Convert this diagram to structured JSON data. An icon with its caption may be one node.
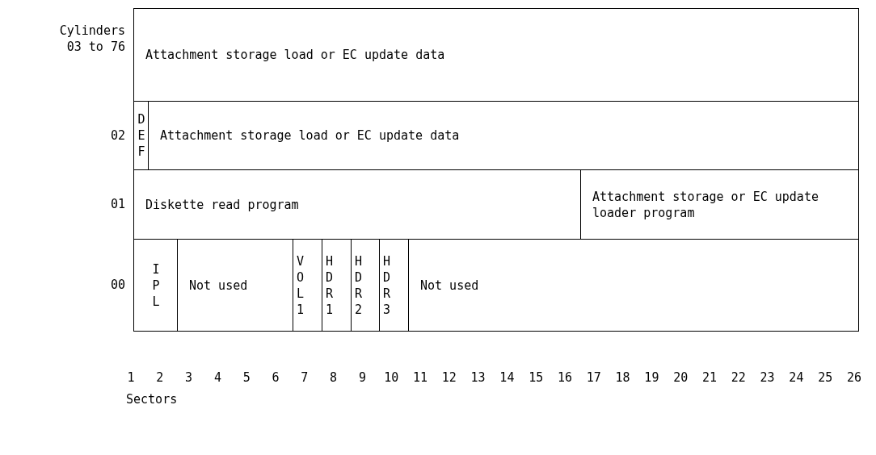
{
  "diagram": {
    "nodes": [
      {
        "text": [
          "Attachment storage load or EC update data"
        ]
      },
      {
        "text": [
          "D E F"
        ]
      },
      {
        "text": [
          "Attachment storage load or EC update data"
        ]
      },
      {
        "text": [
          "Diskette read program"
        ]
      },
      {
        "text": [
          "Attachment storage or EC update loader program"
        ]
      },
      {
        "text": [
          "I P L"
        ]
      },
      {
        "text": [
          "Not used"
        ]
      },
      {
        "text": [
          "V O L 1"
        ]
      },
      {
        "text": [
          "H D R 1"
        ]
      },
      {
        "text": [
          "H D R 2"
        ]
      },
      {
        "text": [
          "H D R 3"
        ]
      },
      {
        "text": [
          "Not used"
        ]
      }
    ],
    "labels": [
      "Cylinders 03 to 76",
      "02",
      "01",
      "00",
      "1",
      "2",
      "3",
      "4",
      "5",
      "6",
      "7",
      "8",
      "9",
      "10",
      "11",
      "12",
      "13",
      "14",
      "15",
      "16",
      "17",
      "18",
      "19",
      "20",
      "21",
      "22",
      "23",
      "24",
      "25",
      "26",
      "Sectors"
    ]
  }
}
